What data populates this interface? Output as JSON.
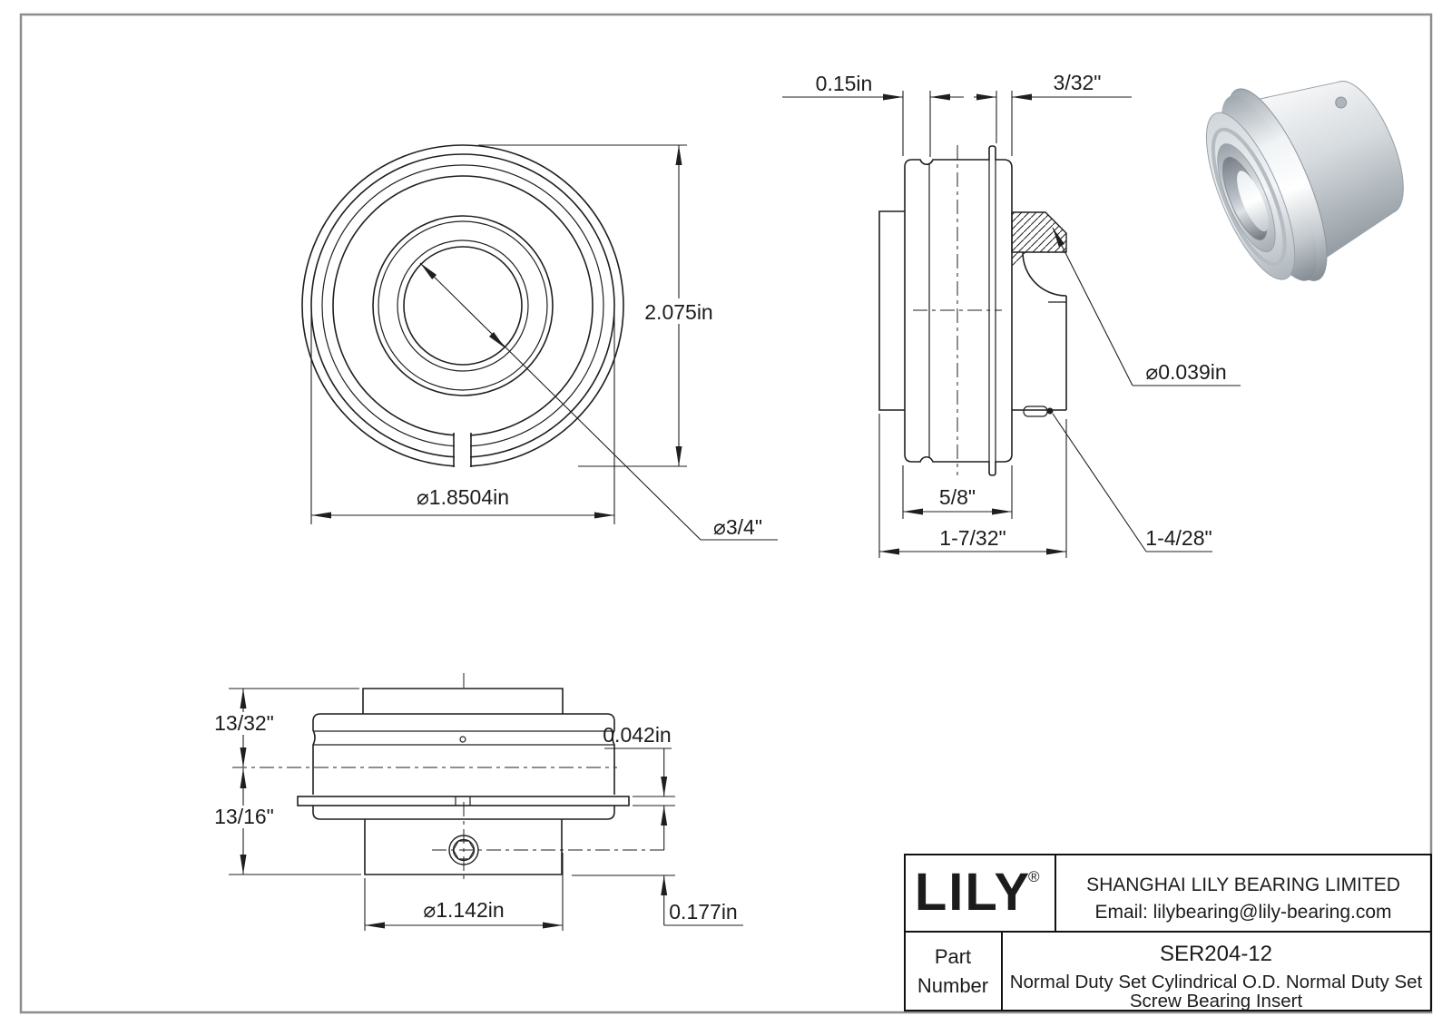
{
  "drawing": {
    "front": {
      "od": "⌀1.8504in",
      "height": "2.075in",
      "bore": "⌀3/4\""
    },
    "side": {
      "offset": "0.15in",
      "groove": "3/32\"",
      "ring": "⌀0.039in",
      "width": "5/8\"",
      "total": "1-7/32\"",
      "screw": "1-4/28\""
    },
    "bottom": {
      "upper": "13/32\"",
      "lower": "13/16\"",
      "lip": "0.042in",
      "od": "⌀1.142in",
      "drop": "0.177in"
    }
  },
  "title_block": {
    "logo": "LILY",
    "registered": "®",
    "company": "SHANGHAI LILY BEARING LIMITED",
    "email": "Email: lilybearing@lily-bearing.com",
    "part_label_line1": "Part",
    "part_label_line2": "Number",
    "part_number": "SER204-12",
    "description_line1": "Normal Duty Set Cylindrical O.D. Normal Duty Set",
    "description_line2": "Screw Bearing Insert"
  }
}
